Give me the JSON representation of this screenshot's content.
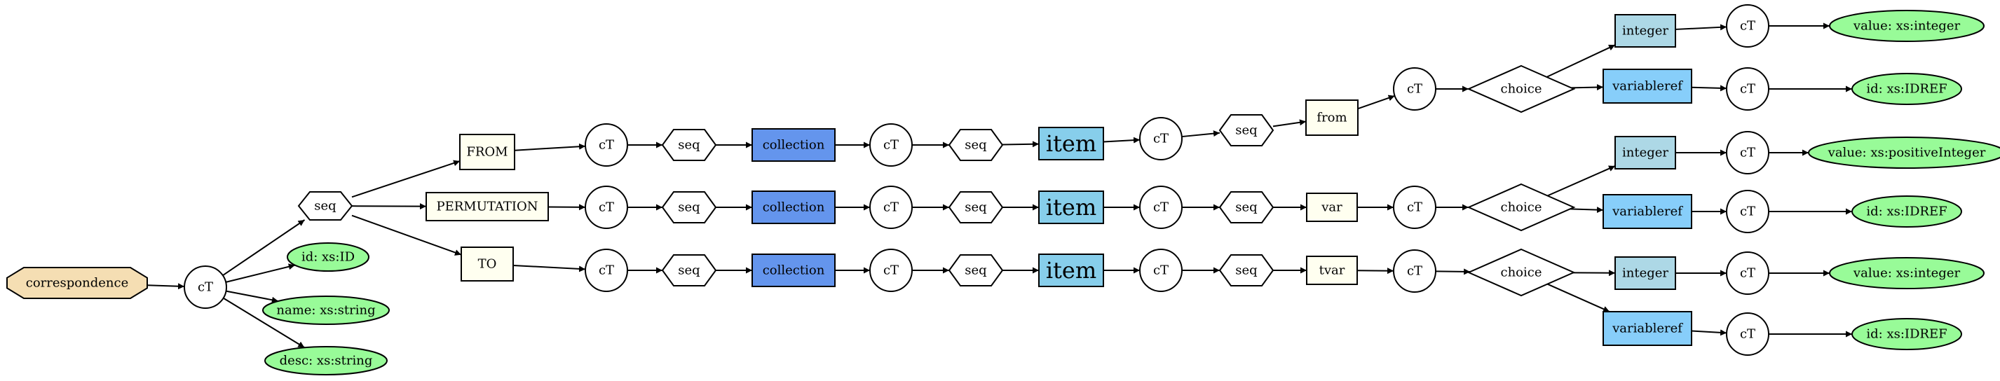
{
  "colors": {
    "root_fill": "#f5deb3",
    "attr_fill": "#98fb98",
    "element_fill": "#fffff0",
    "collection_fill": "#6495ed",
    "item_fill": "#87ceeb",
    "integer_fill": "#add8e6",
    "variableref_fill": "#87cefa",
    "plain_fill": "#ffffff"
  },
  "nodes": {
    "root": "correspondence",
    "ct": "cT",
    "seq": "seq",
    "choice": "choice",
    "attr_id": "id: xs:ID",
    "attr_name": "name: xs:string",
    "attr_desc": "desc: xs:string",
    "from_upper": "FROM",
    "permutation": "PERMUTATION",
    "to_upper": "TO",
    "collection": "collection",
    "item": "item",
    "from": "from",
    "var": "var",
    "tvar": "tvar",
    "integer": "integer",
    "variableref": "variableref",
    "value_integer": "value: xs:integer",
    "value_positive_integer": "value: xs:positiveInteger",
    "id_idref": "id: xs:IDREF"
  }
}
